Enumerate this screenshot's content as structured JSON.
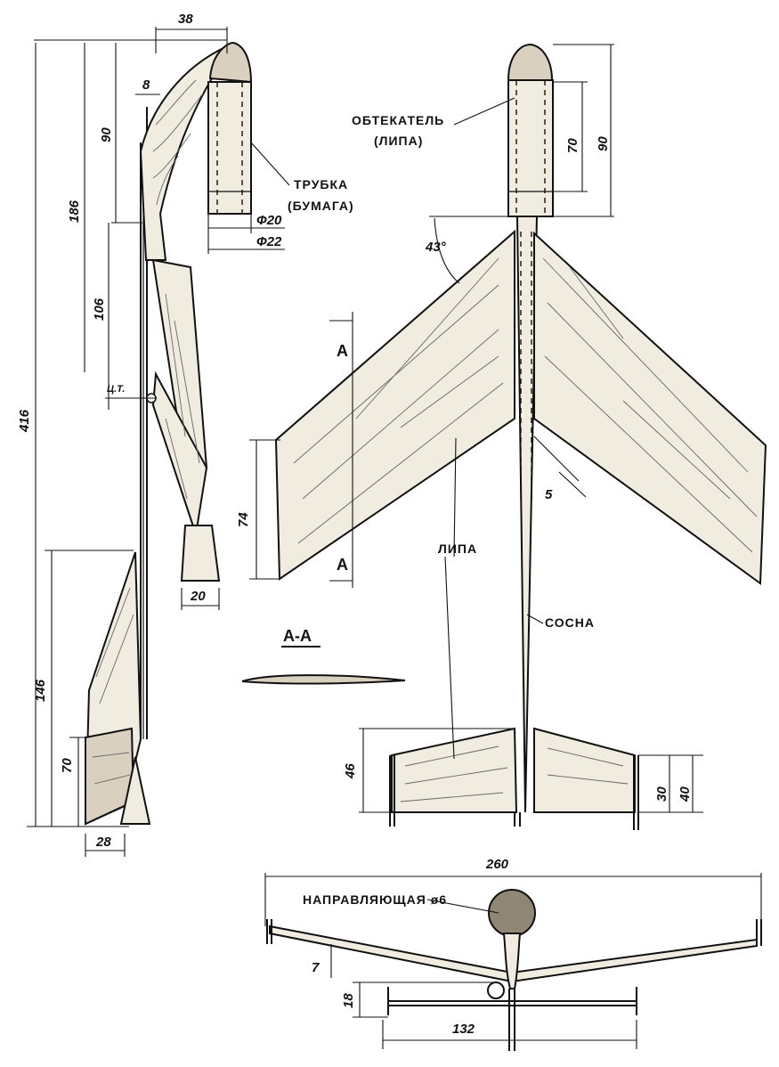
{
  "labels": {
    "fairing": "ОБТЕКАТЕЛЬ",
    "fairing_material": "(ЛИПА)",
    "tube": "ТРУБКА",
    "tube_material": "(БУМАГА)",
    "lipa_main": "ЛИПА",
    "pine": "СОСНА",
    "guide": "НАПРАВЛЯЮЩАЯ ø6",
    "cg": "Ц.Т.",
    "section_a_top": "А",
    "section_a_bottom": "А",
    "section_title": "А-А"
  },
  "dimensions": {
    "d38": "38",
    "d8": "8",
    "d90_side": "90",
    "d186": "186",
    "d106": "106",
    "d416": "416",
    "d146": "146",
    "d70_side": "70",
    "d28": "28",
    "d20": "20",
    "phi20": "Ф20",
    "phi22": "Ф22",
    "d70_top": "70",
    "d90_top": "90",
    "angle": "43°",
    "d74": "74",
    "d5": "5",
    "d46": "46",
    "d30": "30",
    "d40": "40",
    "d260": "260",
    "d7": "7",
    "d18": "18",
    "d132": "132"
  }
}
